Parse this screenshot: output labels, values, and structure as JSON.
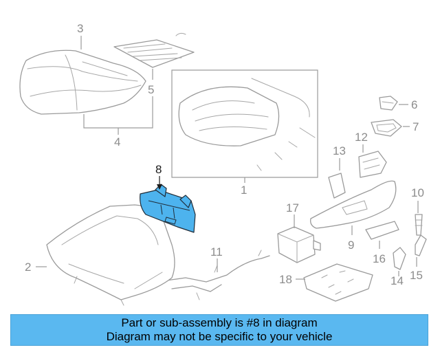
{
  "callouts": {
    "c1": "1",
    "c2": "2",
    "c3": "3",
    "c4": "4",
    "c5": "5",
    "c6": "6",
    "c7": "7",
    "c8": "8",
    "c9": "9",
    "c10": "10",
    "c11": "11",
    "c12": "12",
    "c13": "13",
    "c14": "14",
    "c15": "15",
    "c16": "16",
    "c17": "17",
    "c18": "18"
  },
  "highlighted_part": "8",
  "colors": {
    "highlight_fill": "#4db3ee",
    "banner_bg": "#5ab8f0",
    "line_gray": "#9a9a9a"
  },
  "banner": {
    "line1": "Part or sub-assembly is #8 in diagram",
    "line2": "Diagram may not be specific to your vehicle"
  }
}
